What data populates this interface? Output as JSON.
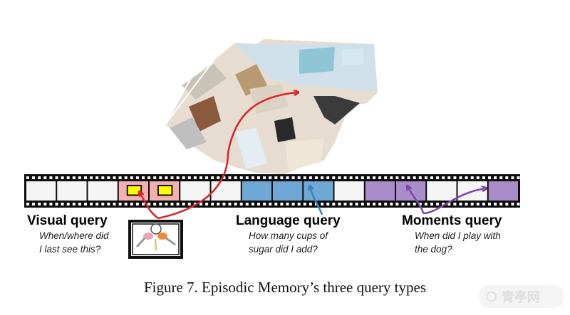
{
  "figure": {
    "caption": "Figure 7. Episodic Memory’s three query types",
    "colors": {
      "visual": "#d9252a",
      "language": "#2f86b8",
      "moments": "#7b48a8",
      "frame_white": "#f5f5f5",
      "frame_pink": "#f2b0b0",
      "frame_blue": "#6fa8d6",
      "frame_purple": "#a98cc9",
      "highlight_yellow": "#ffff00"
    },
    "film_strip": {
      "frames": [
        "white",
        "white",
        "white",
        "pink-box",
        "pink-box",
        "white",
        "white",
        "blue",
        "blue",
        "blue",
        "white",
        "purple",
        "purple",
        "white",
        "white",
        "purple"
      ]
    },
    "queries": [
      {
        "id": "visual",
        "title": "Visual query",
        "question": "When/where did\nI last see this?",
        "image": "keys-photo"
      },
      {
        "id": "language",
        "title": "Language query",
        "question": "How many cups of\nsugar did I add?"
      },
      {
        "id": "moments",
        "title": "Moments query",
        "question": "When did I play with\nthe dog?"
      }
    ],
    "scene_image": "3d-house-floorplan",
    "watermark": {
      "text": "青亭网",
      "icon": "hexagon-logo-icon"
    }
  }
}
